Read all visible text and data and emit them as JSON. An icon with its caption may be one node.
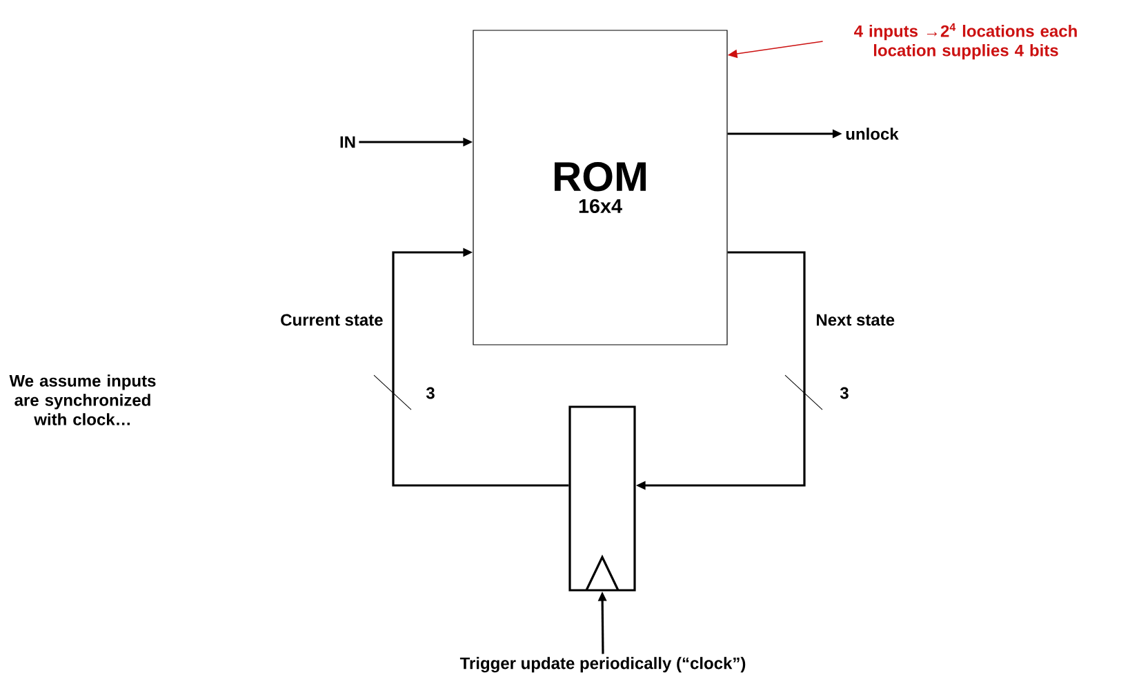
{
  "diagram": {
    "nodes": [
      {
        "text": [
          "ROM",
          "16x4"
        ]
      },
      {
        "text": [],
        "shape": "box"
      },
      {
        "text": [
          "IN"
        ]
      },
      {
        "text": [
          "unlock"
        ]
      },
      {
        "text": [
          "Trigger update periodically (“clock”)"
        ]
      },
      {
        "text": [
          "4 inputs →2$^{4}$ locations each location supplies 4 bits"
        ]
      }
    ],
    "edges": [
      {
        "from": 2,
        "to": 0,
        "arrow": "to"
      },
      {
        "from": 0,
        "to": 3,
        "arrow": "to"
      },
      {
        "from": 0,
        "to": 1,
        "arrow": "to",
        "label": "Next state"
      },
      {
        "from": 1,
        "to": 0,
        "arrow": "to",
        "label": "Current state"
      },
      {
        "from": 4,
        "to": 1,
        "arrow": "to"
      },
      {
        "from": 5,
        "to": 0,
        "arrow": "to",
        "color": "#cc1111"
      }
    ],
    "labels": [
      "3",
      "3",
      "We assume inputs are synchronized with clock…"
    ]
  }
}
